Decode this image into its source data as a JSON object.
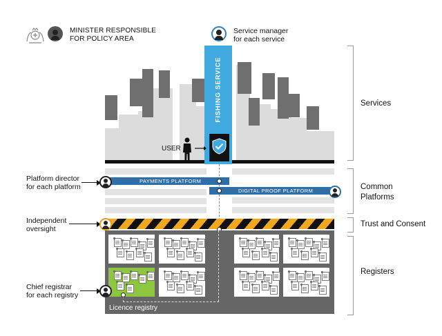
{
  "header": {
    "minister_label_line1": "MINISTER RESPONSIBLE",
    "minister_label_line2": "FOR POLICY AREA",
    "service_manager_line1": "Service manager",
    "service_manager_line2": "for each service"
  },
  "services": {
    "fishing_service_label": "FISHING SERVICE",
    "user_label": "USER"
  },
  "platforms": {
    "payments_label": "PAYMENTS PLATFORM",
    "digital_proof_label": "DIGITAL PROOF PLATFORM",
    "platform_director_line1": "Platform director",
    "platform_director_line2": "for each platform"
  },
  "trust": {
    "oversight_line1": "Independent",
    "oversight_line2": "oversight"
  },
  "registers": {
    "chief_registrar_line1": "Chief registrar",
    "chief_registrar_line2": "for each registry",
    "licence_registry_label": "Licence registry"
  },
  "layers": {
    "services": "Services",
    "common_platforms_line1": "Common",
    "common_platforms_line2": "Platforms",
    "trust_and_consent": "Trust and Consent",
    "registers": "Registers"
  },
  "colors": {
    "service_blue": "#3fa9e0",
    "platform_blue": "#2f6fa8",
    "registry_green": "#8dc63f",
    "hazard_yellow": "#f2a81d",
    "dark_gray": "#666666"
  },
  "icons": [
    "royal-crest-icon",
    "person-icon",
    "shield-check-icon",
    "arrow-icon"
  ]
}
